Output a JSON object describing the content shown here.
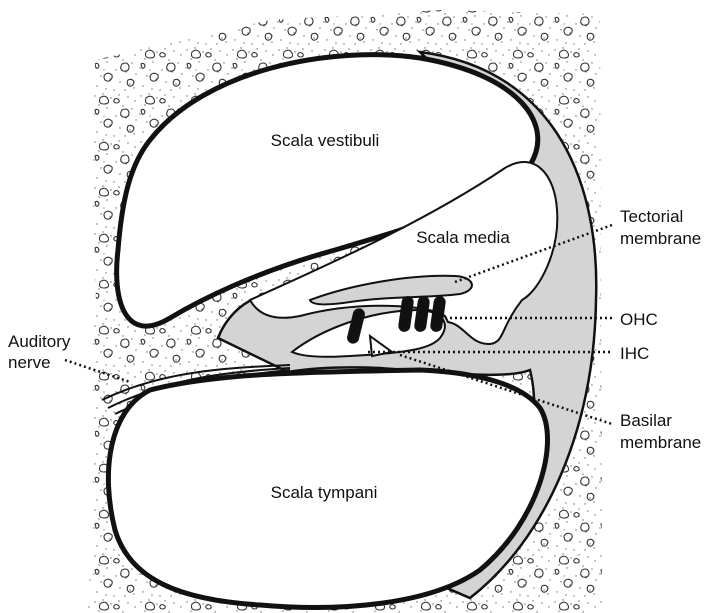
{
  "labels": {
    "scala_vestibuli": "Scala vestibuli",
    "scala_media": "Scala media",
    "scala_tympani": "Scala tympani",
    "tectorial_line1": "Tectorial",
    "tectorial_line2": "membrane",
    "ohc": "OHC",
    "ihc": "IHC",
    "basilar_line1": "Basilar",
    "basilar_line2": "membrane",
    "auditory_line1": "Auditory",
    "auditory_line2": "nerve"
  },
  "colors": {
    "bone_fill": "#ffffff",
    "bone_speckle": "#555555",
    "tissue_fill": "#d4d4d4",
    "outline": "#111111",
    "chamber_fill": "#ffffff",
    "hair_cell": "#111111"
  }
}
